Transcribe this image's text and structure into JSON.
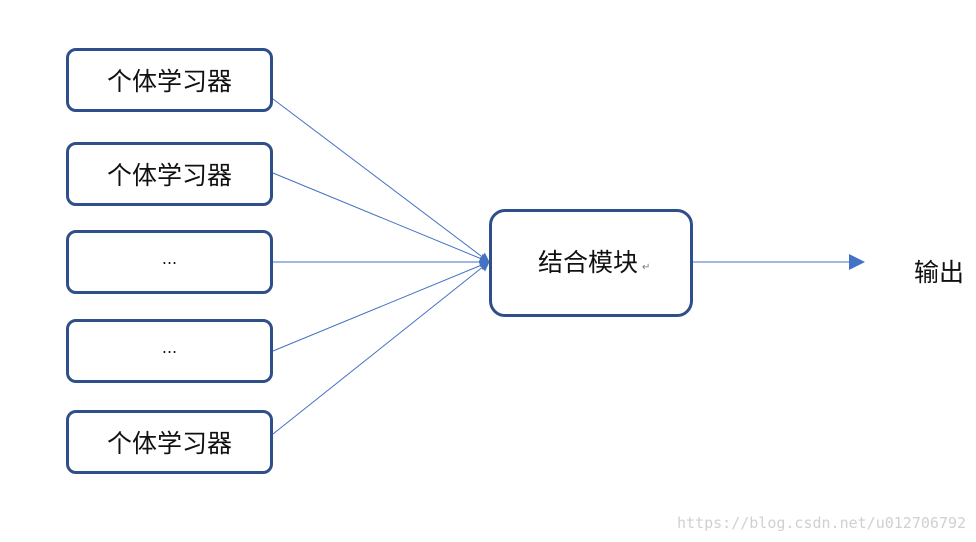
{
  "learners": [
    {
      "label": "个体学习器"
    },
    {
      "label": "个体学习器"
    },
    {
      "label": "..."
    },
    {
      "label": "..."
    },
    {
      "label": "个体学习器"
    }
  ],
  "combiner": {
    "label": "结合模块",
    "mark": "↵"
  },
  "output": {
    "label": "输出"
  },
  "watermark": "https://blog.csdn.net/u012706792",
  "colors": {
    "box_border": "#2f4f8a",
    "arrow": "#4472c4"
  }
}
